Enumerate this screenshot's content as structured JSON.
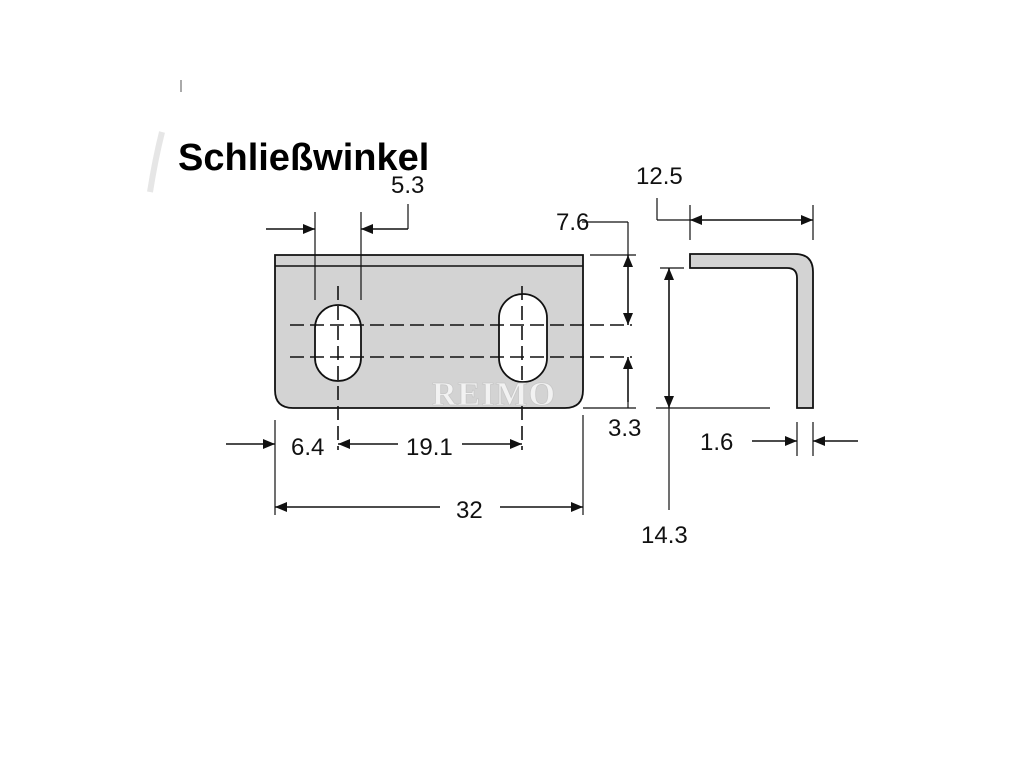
{
  "title": "Schließwinkel",
  "watermark": "REIMO",
  "colors": {
    "plate_fill": "#d3d3d3",
    "outline": "#111111",
    "slot_fill": "#ffffff"
  },
  "dimensions": {
    "slot_width": "5.3",
    "top_to_slot_center": "7.6",
    "bend_depth": "12.5",
    "left_edge_to_slot": "6.4",
    "slot_spacing": "19.1",
    "slot_center_to_bottom": "3.3",
    "thickness": "1.6",
    "total_length": "32",
    "total_height": "14.3"
  }
}
